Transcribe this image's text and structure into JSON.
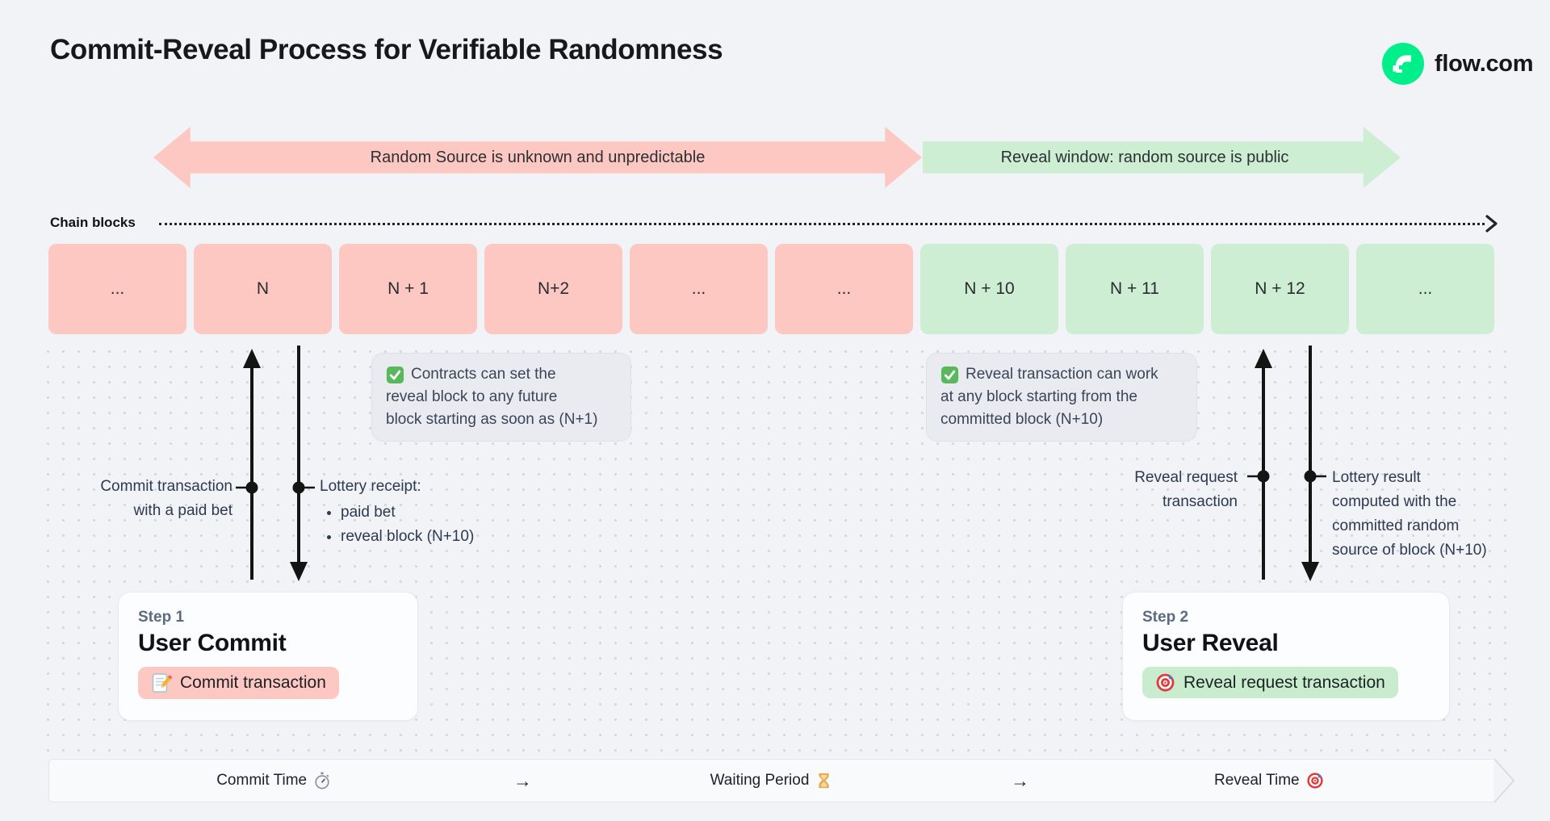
{
  "page": {
    "title": "Commit-Reveal Process for Verifiable Randomness",
    "brand": "flow.com"
  },
  "bands": {
    "unknown": {
      "label": "Random Source is unknown and unpredictable",
      "color": "#fdc8c2"
    },
    "reveal": {
      "label": "Reveal window: random source is public",
      "color": "#cdeed3"
    }
  },
  "chain": {
    "label": "Chain blocks",
    "blocks": [
      {
        "label": "...",
        "phase": "commit"
      },
      {
        "label": "N",
        "phase": "commit"
      },
      {
        "label": "N + 1",
        "phase": "commit"
      },
      {
        "label": "N+2",
        "phase": "commit"
      },
      {
        "label": "...",
        "phase": "commit"
      },
      {
        "label": "...",
        "phase": "commit"
      },
      {
        "label": "N + 10",
        "phase": "reveal"
      },
      {
        "label": "N + 11",
        "phase": "reveal"
      },
      {
        "label": "N + 12",
        "phase": "reveal"
      },
      {
        "label": "...",
        "phase": "reveal"
      }
    ]
  },
  "notes": {
    "commit": {
      "icon": "check-icon",
      "lines": [
        "Contracts can set the",
        "reveal block to any future",
        "block starting as soon as (N+1)"
      ]
    },
    "reveal": {
      "icon": "check-icon",
      "lines": [
        "Reveal transaction can work",
        "at any block starting from the",
        "committed block (N+10)"
      ]
    }
  },
  "ann": {
    "commit": {
      "lines": [
        "Commit transaction",
        "with a paid bet"
      ]
    },
    "receipt": {
      "title": "Lottery receipt:",
      "bullets": [
        "paid bet",
        "reveal block (N+10)"
      ]
    },
    "reveal": {
      "lines": [
        "Reveal request",
        "transaction"
      ]
    },
    "result": {
      "lines": [
        "Lottery result",
        "computed with the",
        "committed random",
        "source of block (N+10)"
      ]
    }
  },
  "steps": {
    "step1": {
      "eyebrow": "Step 1",
      "title": "User Commit",
      "button": "Commit transaction",
      "icon": "memo-icon"
    },
    "step2": {
      "eyebrow": "Step 2",
      "title": "User Reveal",
      "button": "Reveal request transaction",
      "icon": "target-icon"
    }
  },
  "timeline": {
    "items": [
      {
        "label": "Commit Time",
        "icon": "stopwatch-icon"
      },
      {
        "label": "Waiting Period",
        "icon": "hourglass-icon"
      },
      {
        "label": "Reveal Time",
        "icon": "target-icon"
      }
    ],
    "arrow": "→"
  },
  "colors": {
    "background": "#f1f3f7",
    "commit_pink": "#fdc8c2",
    "reveal_green": "#cdeed3",
    "brand_green": "#00ef8b",
    "note_bg": "#e9ebf1",
    "text_dark": "#16181d",
    "text_slate": "#2e3950"
  }
}
